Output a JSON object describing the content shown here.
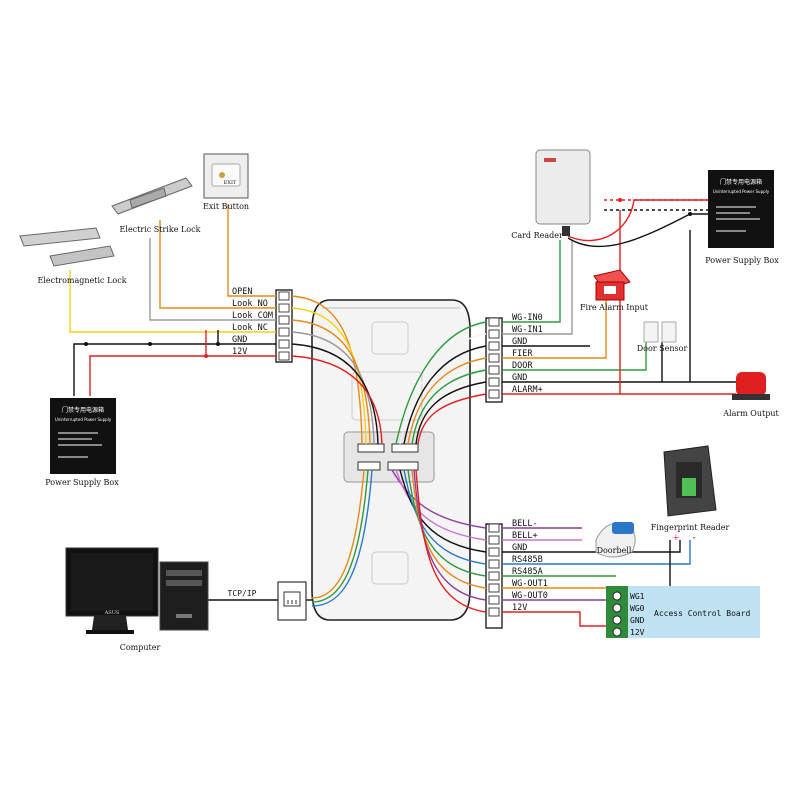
{
  "devices": {
    "exit_button": "Exit Button",
    "electric_strike_lock": "Electric Strike Lock",
    "electromagnetic_lock": "Electromagnetic Lock",
    "power_supply_box_left": "Power Supply Box",
    "power_supply_box_right": "Power Supply Box",
    "psu_panel_title": "门禁专用电源箱",
    "psu_panel_subtitle": "Uninterrupted Power Supply",
    "card_reader": "Card Reader",
    "fire_alarm_input": "Fire Alarm Input",
    "door_sensor": "Door Sensor",
    "alarm_output": "Alarm Output",
    "fingerprint_reader": "Fingerprint Reader",
    "doorbell": "Doorbell",
    "computer": "Computer",
    "tcpip": "TCP/IP",
    "exit_button_text": "EXIT",
    "computer_brand": "ASUS",
    "access_control_board": "Access Control Board"
  },
  "left_terminal": [
    "OPEN",
    "Look NO",
    "Look COM",
    "Look NC",
    "GND",
    "12V"
  ],
  "right_top_terminal": [
    "WG-IN0",
    "WG-IN1",
    "GND",
    "FIER",
    "DOOR",
    "GND",
    "ALARM+"
  ],
  "right_bottom_terminal": [
    "BELL-",
    "BELL+",
    "GND",
    "RS485B",
    "RS485A",
    "WG-OUT1",
    "WG-OUT0",
    "12V"
  ],
  "board_pins": [
    "WG1",
    "WG0",
    "GND",
    "12V"
  ],
  "fingerprint_marks": [
    "+",
    "-"
  ],
  "colors": {
    "red": "#e02020",
    "black": "#111111",
    "yellow": "#f2d21a",
    "orange": "#e8881c",
    "green": "#2e9b3c",
    "white_wire": "#999999",
    "purple": "#8e3c9e",
    "blue": "#2a78c8",
    "board": "#bfe1f2",
    "terminal_green": "#2f8b3a"
  }
}
